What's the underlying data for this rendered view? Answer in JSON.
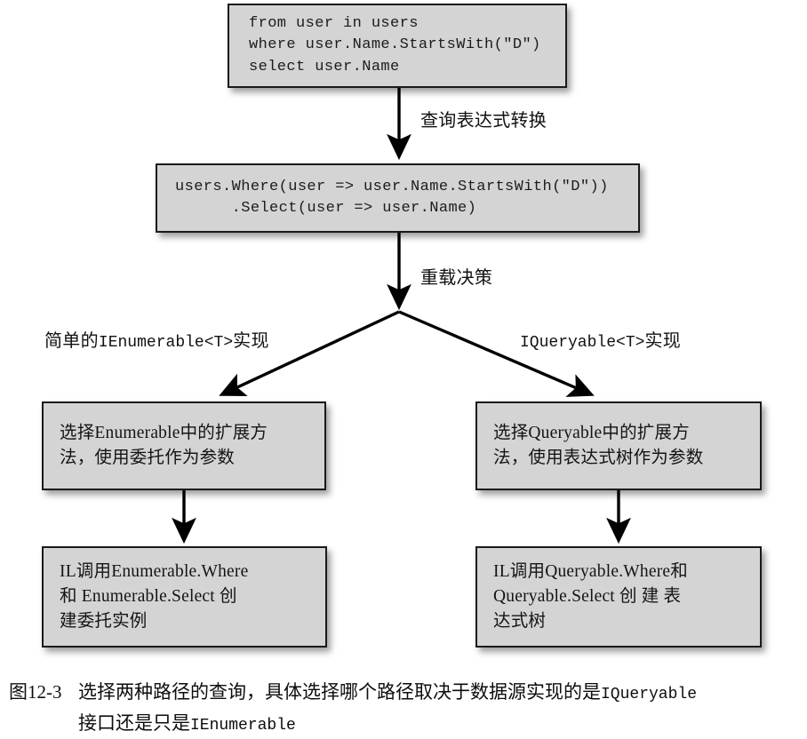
{
  "figure": {
    "caption_number": "图12-3",
    "caption_line1_a": "选择两种路径的查询，具体选择哪个路径取决于数据源实现的是",
    "caption_line1_code": "IQueryable",
    "caption_line2_a": "接口还是只是",
    "caption_line2_code": "IEnumerable"
  },
  "nodes": {
    "query_expression": {
      "line1": "from user in users",
      "line2": "where user.Name.StartsWith(\"D\")",
      "line3": "select user.Name"
    },
    "method_call": {
      "line1": "users.Where(user => user.Name.StartsWith(\"D\"))",
      "line2": "      .Select(user => user.Name)"
    },
    "enumerable_select": {
      "line1": "选择Enumerable中的扩展方",
      "line2": "法，使用委托作为参数"
    },
    "queryable_select": {
      "line1": "选择Queryable中的扩展方",
      "line2": "法，使用表达式树作为参数"
    },
    "enumerable_il": {
      "line1": "IL调用Enumerable.Where",
      "line2": "和 Enumerable.Select 创",
      "line3": "建委托实例"
    },
    "queryable_il": {
      "line1": "IL调用Queryable.Where和",
      "line2": "Queryable.Select 创 建 表",
      "line3": "达式树"
    }
  },
  "edge_labels": {
    "transform": "查询表达式转换",
    "overload": "重载决策",
    "branch_left_a": "简单的",
    "branch_left_code": "IEnumerable<T>",
    "branch_left_b": "实现",
    "branch_right_code": "IQueryable<T>",
    "branch_right_b": "实现"
  },
  "colors": {
    "node_fill": "#d4d4d4",
    "node_border": "#1a1a1a",
    "arrow": "#000000",
    "background": "#ffffff"
  }
}
